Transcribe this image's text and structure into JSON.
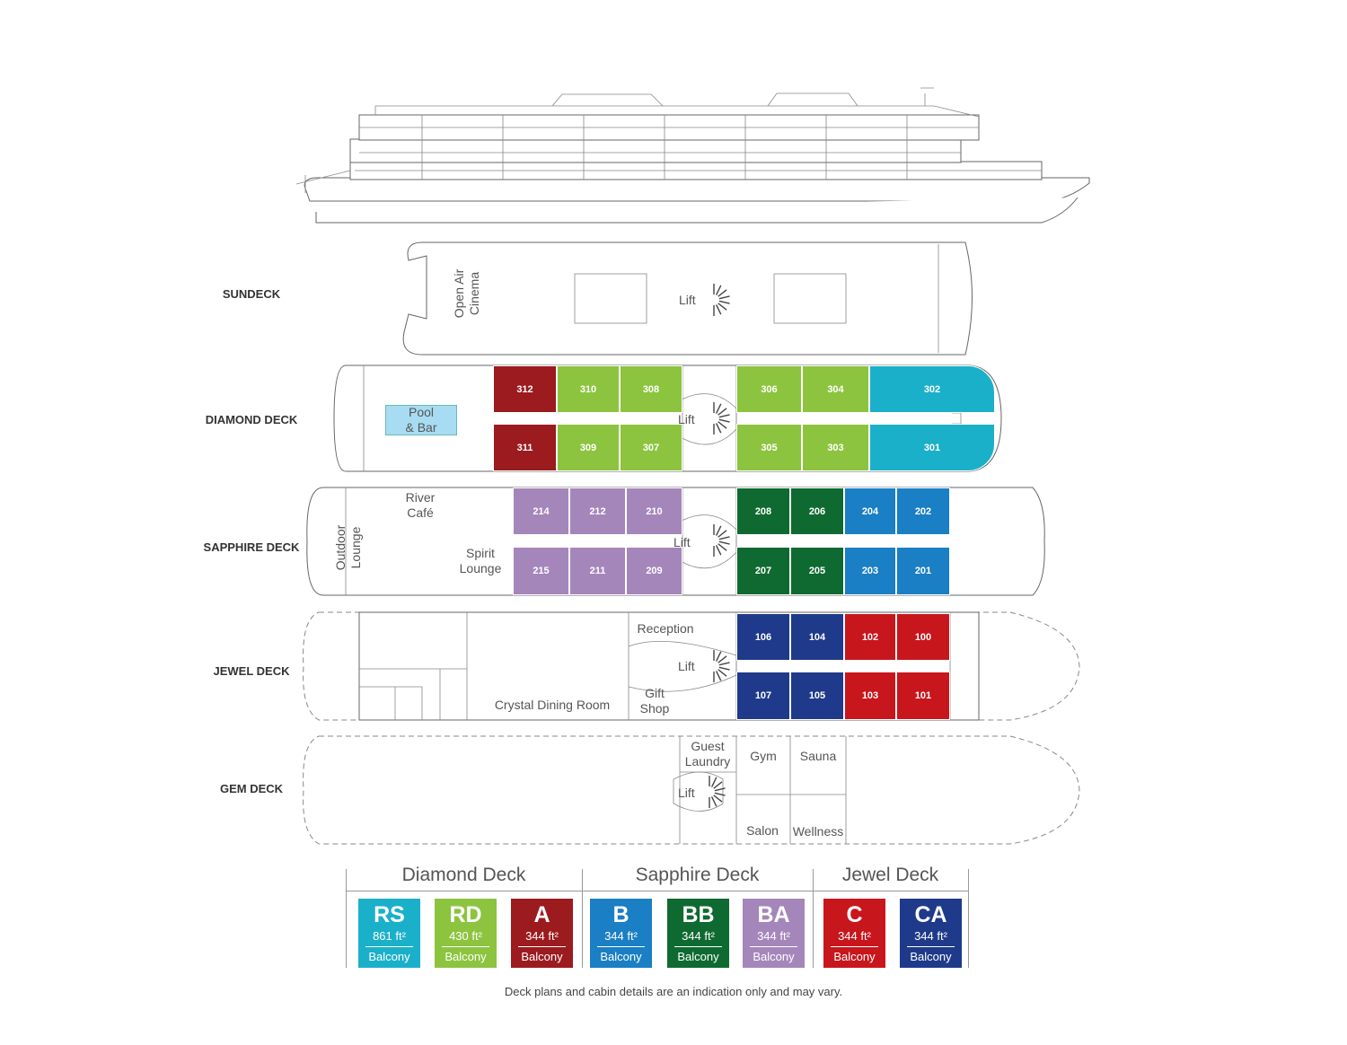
{
  "decks": {
    "sundeck": {
      "name": "SUNDECK"
    },
    "diamond": {
      "name": "DIAMOND DECK"
    },
    "sapphire": {
      "name": "SAPPHIRE DECK"
    },
    "jewel": {
      "name": "JEWEL DECK"
    },
    "gem": {
      "name": "GEM DECK"
    }
  },
  "rooms": {
    "open_air_cinema": "Open Air\nCinema",
    "pool_bar": "Pool\n& Bar",
    "river_cafe": "River\nCafé",
    "outdoor_lounge": "Outdoor\nLounge",
    "spirit_lounge": "Spirit\nLounge",
    "reception": "Reception",
    "gift_shop": "Gift\nShop",
    "crystal_dining": "Crystal Dining Room",
    "guest_laundry": "Guest\nLaundry",
    "gym": "Gym",
    "sauna": "Sauna",
    "salon": "Salon",
    "wellness": "Wellness",
    "lift": "Lift"
  },
  "cabins": {
    "diamond_top": [
      "312",
      "310",
      "308",
      "306",
      "304",
      "302"
    ],
    "diamond_bottom": [
      "311",
      "309",
      "307",
      "305",
      "303",
      "301"
    ],
    "sapphire_top": [
      "214",
      "212",
      "210",
      "208",
      "206",
      "204",
      "202"
    ],
    "sapphire_bottom": [
      "215",
      "211",
      "209",
      "207",
      "205",
      "203",
      "201"
    ],
    "jewel_top": [
      "106",
      "104",
      "102",
      "100"
    ],
    "jewel_bottom": [
      "107",
      "105",
      "103",
      "101"
    ]
  },
  "colors": {
    "RS": "#1bb0c9",
    "RD": "#8cc43f",
    "A": "#9b1b1f",
    "B": "#1a7fc4",
    "BB": "#0f6a31",
    "BA": "#a586bb",
    "C": "#c8161d",
    "CA": "#1f3a8a"
  },
  "legend": {
    "groups": [
      {
        "title": "Diamond Deck"
      },
      {
        "title": "Sapphire Deck"
      },
      {
        "title": "Jewel Deck"
      }
    ],
    "items": [
      {
        "code": "RS",
        "size": "861 ft²",
        "type": "Balcony"
      },
      {
        "code": "RD",
        "size": "430 ft²",
        "type": "Balcony"
      },
      {
        "code": "A",
        "size": "344 ft²",
        "type": "Balcony"
      },
      {
        "code": "B",
        "size": "344 ft²",
        "type": "Balcony"
      },
      {
        "code": "BB",
        "size": "344 ft²",
        "type": "Balcony"
      },
      {
        "code": "BA",
        "size": "344 ft²",
        "type": "Balcony"
      },
      {
        "code": "C",
        "size": "344 ft²",
        "type": "Balcony"
      },
      {
        "code": "CA",
        "size": "344 ft²",
        "type": "Balcony"
      }
    ]
  },
  "disclaimer": "Deck plans and cabin details are an indication only and may vary."
}
